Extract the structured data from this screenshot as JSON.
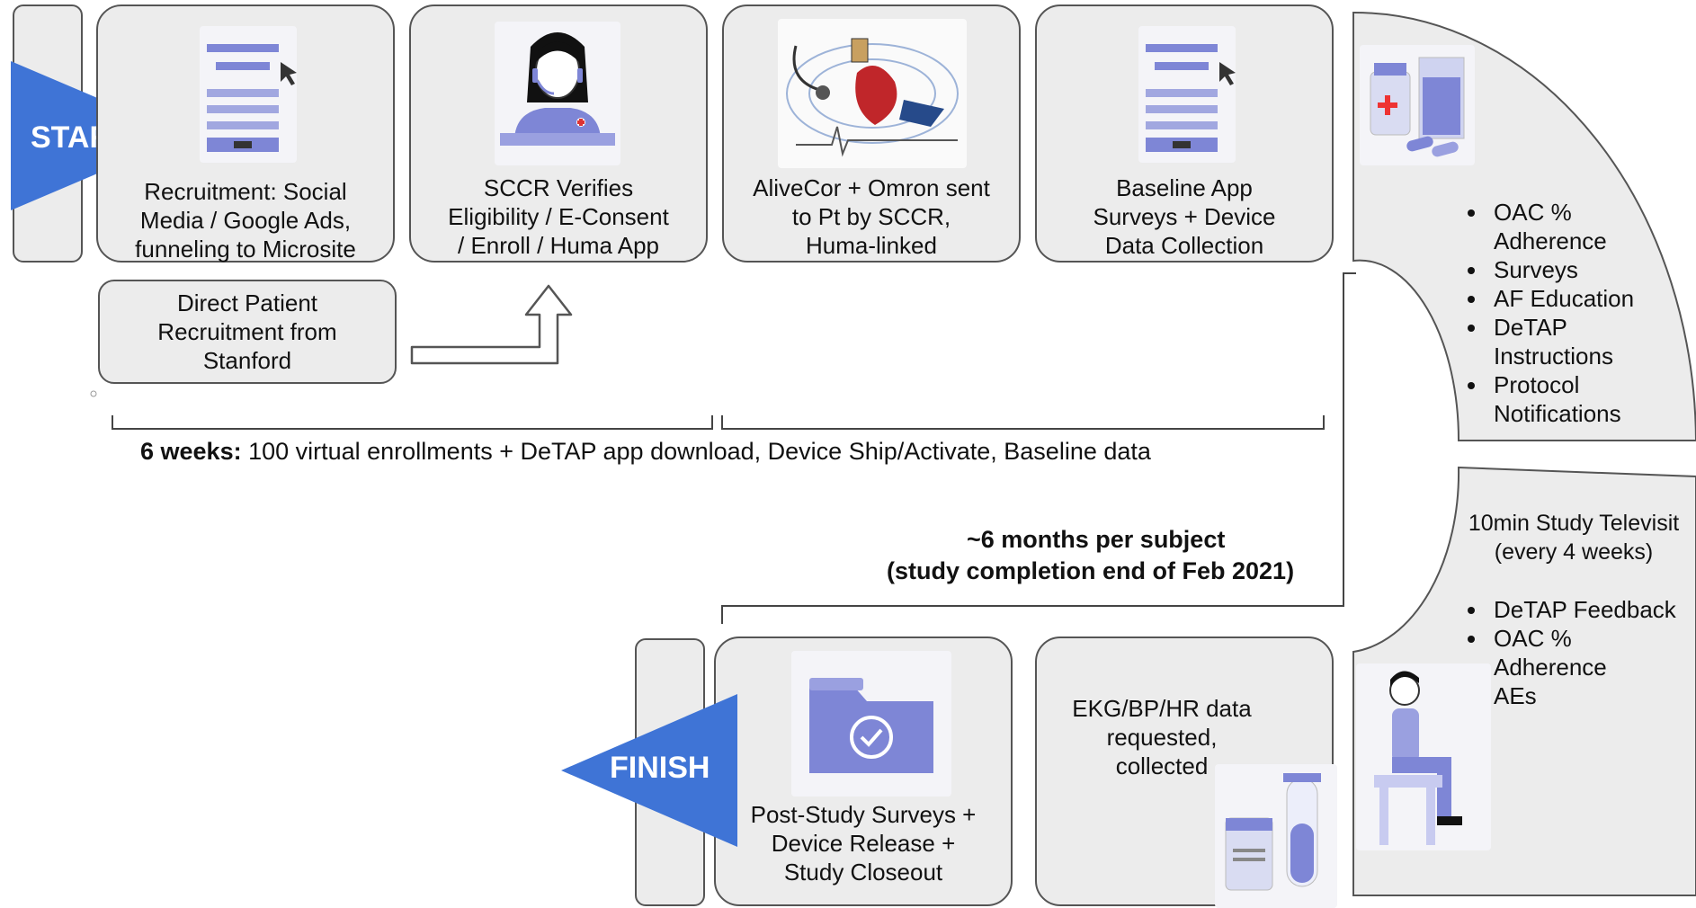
{
  "steps": {
    "recruitment": "Recruitment: Social\nMedia / Google Ads,\nfunneling to Microsite",
    "sccr": "SCCR Verifies\nEligibility / E-Consent\n/ Enroll / Huma App",
    "devices": "AliveCor + Omron sent\nto Pt by SCCR,\nHuma-linked",
    "baseline": "Baseline App\nSurveys + Device\nData Collection",
    "direct": "Direct Patient\nRecruitment from\nStanford",
    "ekg": "EKG/BP/HR data\nrequested,\ncollected",
    "closeout": "Post-Study Surveys +\nDevice Release +\nStudy Closeout"
  },
  "markers": {
    "start": "START",
    "finish": "FINISH"
  },
  "timeline": {
    "enroll_bold": "6 weeks:",
    "enroll_rest": " 100 virtual enrollments + DeTAP app download, Device Ship/Activate, Baseline data",
    "duration_line1": "~6 months per subject",
    "duration_line2": "(study completion end of Feb 2021)"
  },
  "upper_panel": {
    "items": [
      "OAC %\nAdherence",
      "Surveys",
      "AF Education",
      "DeTAP\nInstructions",
      "Protocol\nNotifications"
    ]
  },
  "lower_panel": {
    "title": "10min Study Televisit\n(every 4 weeks)",
    "items": [
      "DeTAP Feedback",
      "OAC %\nAdherence",
      "AEs"
    ]
  },
  "colors": {
    "accent": "#3f74d6",
    "icon": "#7e86d6",
    "box_fill": "#ececec",
    "border": "#555555"
  }
}
